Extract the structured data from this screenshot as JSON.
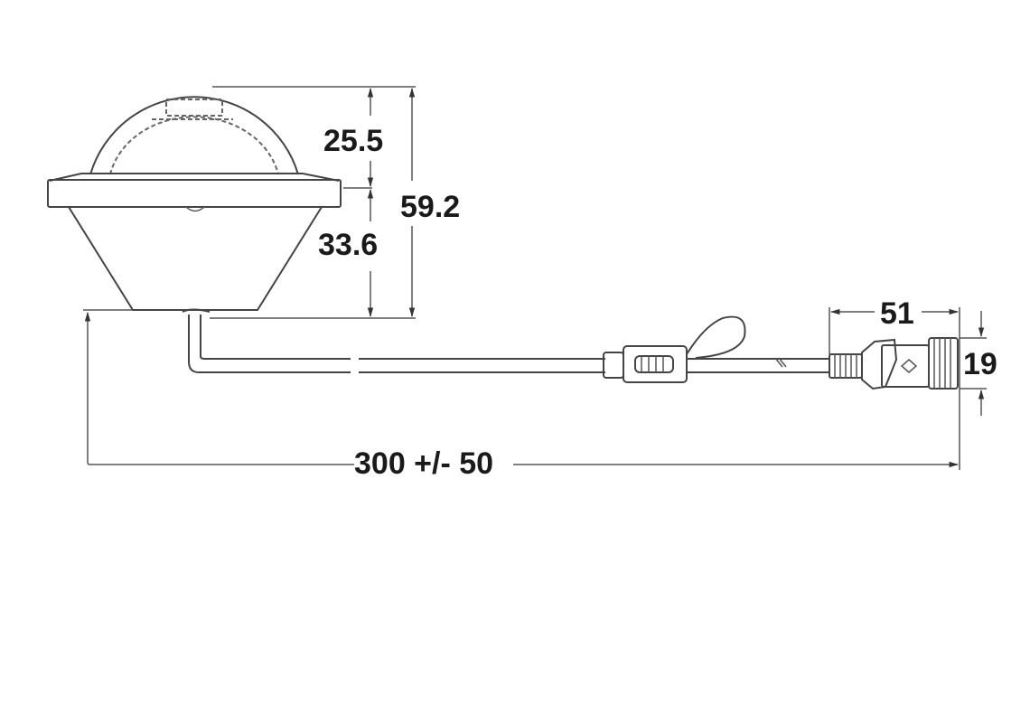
{
  "drawing": {
    "type": "technical-dimension-drawing",
    "subject": "dome light with cable and connector",
    "dimensions": {
      "dome_height": "25.5",
      "body_height": "33.6",
      "total_height": "59.2",
      "connector_length": "51",
      "connector_diameter": "19",
      "cable_length": "300 +/- 50"
    },
    "colors": {
      "line": "#444444",
      "text": "#1a1a1a",
      "background": "#ffffff"
    }
  }
}
